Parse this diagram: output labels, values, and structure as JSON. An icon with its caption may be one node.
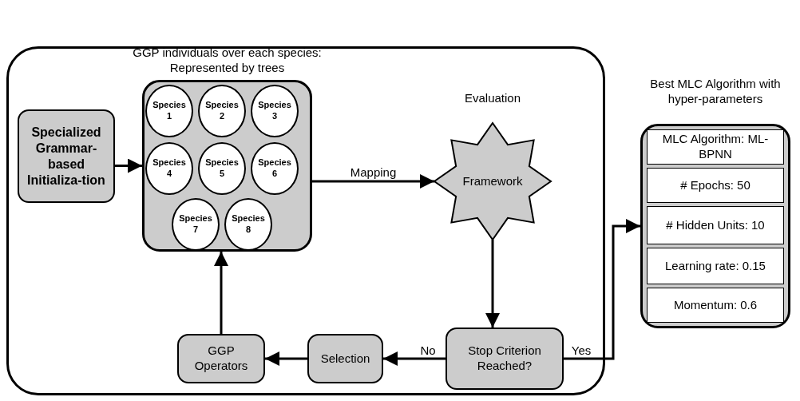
{
  "diagram": {
    "nodes": [
      {
        "text": [],
        "shape": "box"
      },
      {
        "text": [
          "Specialized Grammar-based Initializa-tion"
        ],
        "in": 0
      },
      {
        "text": [
          "GGP individuals over each species: Represented by trees"
        ],
        "in": 0
      },
      {
        "text": [
          "Species 1"
        ],
        "in": 2
      },
      {
        "text": [
          "Species 2"
        ],
        "in": 2
      },
      {
        "text": [
          "Species 3"
        ],
        "in": 2
      },
      {
        "text": [
          "Species 4"
        ],
        "in": 2
      },
      {
        "text": [
          "Species 5"
        ],
        "in": 2
      },
      {
        "text": [
          "Species 6"
        ],
        "in": 2
      },
      {
        "text": [
          "Species 7"
        ],
        "in": 2
      },
      {
        "text": [
          "Species 8"
        ],
        "in": 2
      },
      {
        "text": [
          "Framework"
        ],
        "beside": [
          "Evaluation"
        ],
        "in": 0
      },
      {
        "text": [
          "Stop Criterion Reached?"
        ],
        "in": 0
      },
      {
        "text": [
          "Selection"
        ],
        "in": 0
      },
      {
        "text": [
          "GGP Operators"
        ],
        "in": 0
      },
      {
        "text": [
          "Best MLC Algorithm with hyper-parameters"
        ]
      },
      {
        "text": [
          "MLC Algorithm: ML-BPNN"
        ],
        "in": 15
      },
      {
        "text": [
          "# Epochs: 50"
        ],
        "in": 15
      },
      {
        "text": [
          "# Hidden Units: 10"
        ],
        "in": 15
      },
      {
        "text": [
          "Learning rate: 0.15"
        ],
        "in": 15
      },
      {
        "text": [
          "Momentum: 0.6"
        ],
        "in": 15
      }
    ],
    "edges": [
      {
        "from": 1,
        "to": 2,
        "arrow": "to"
      },
      {
        "from": 2,
        "to": 11,
        "arrow": "to",
        "label": "Mapping"
      },
      {
        "from": 11,
        "to": 12,
        "arrow": "to"
      },
      {
        "from": 12,
        "to": 13,
        "arrow": "to",
        "label": "No"
      },
      {
        "from": 13,
        "to": 14,
        "arrow": "to"
      },
      {
        "from": 14,
        "to": 2,
        "arrow": "to"
      },
      {
        "from": 12,
        "to": 15,
        "arrow": "to",
        "label": "Yes"
      }
    ]
  }
}
